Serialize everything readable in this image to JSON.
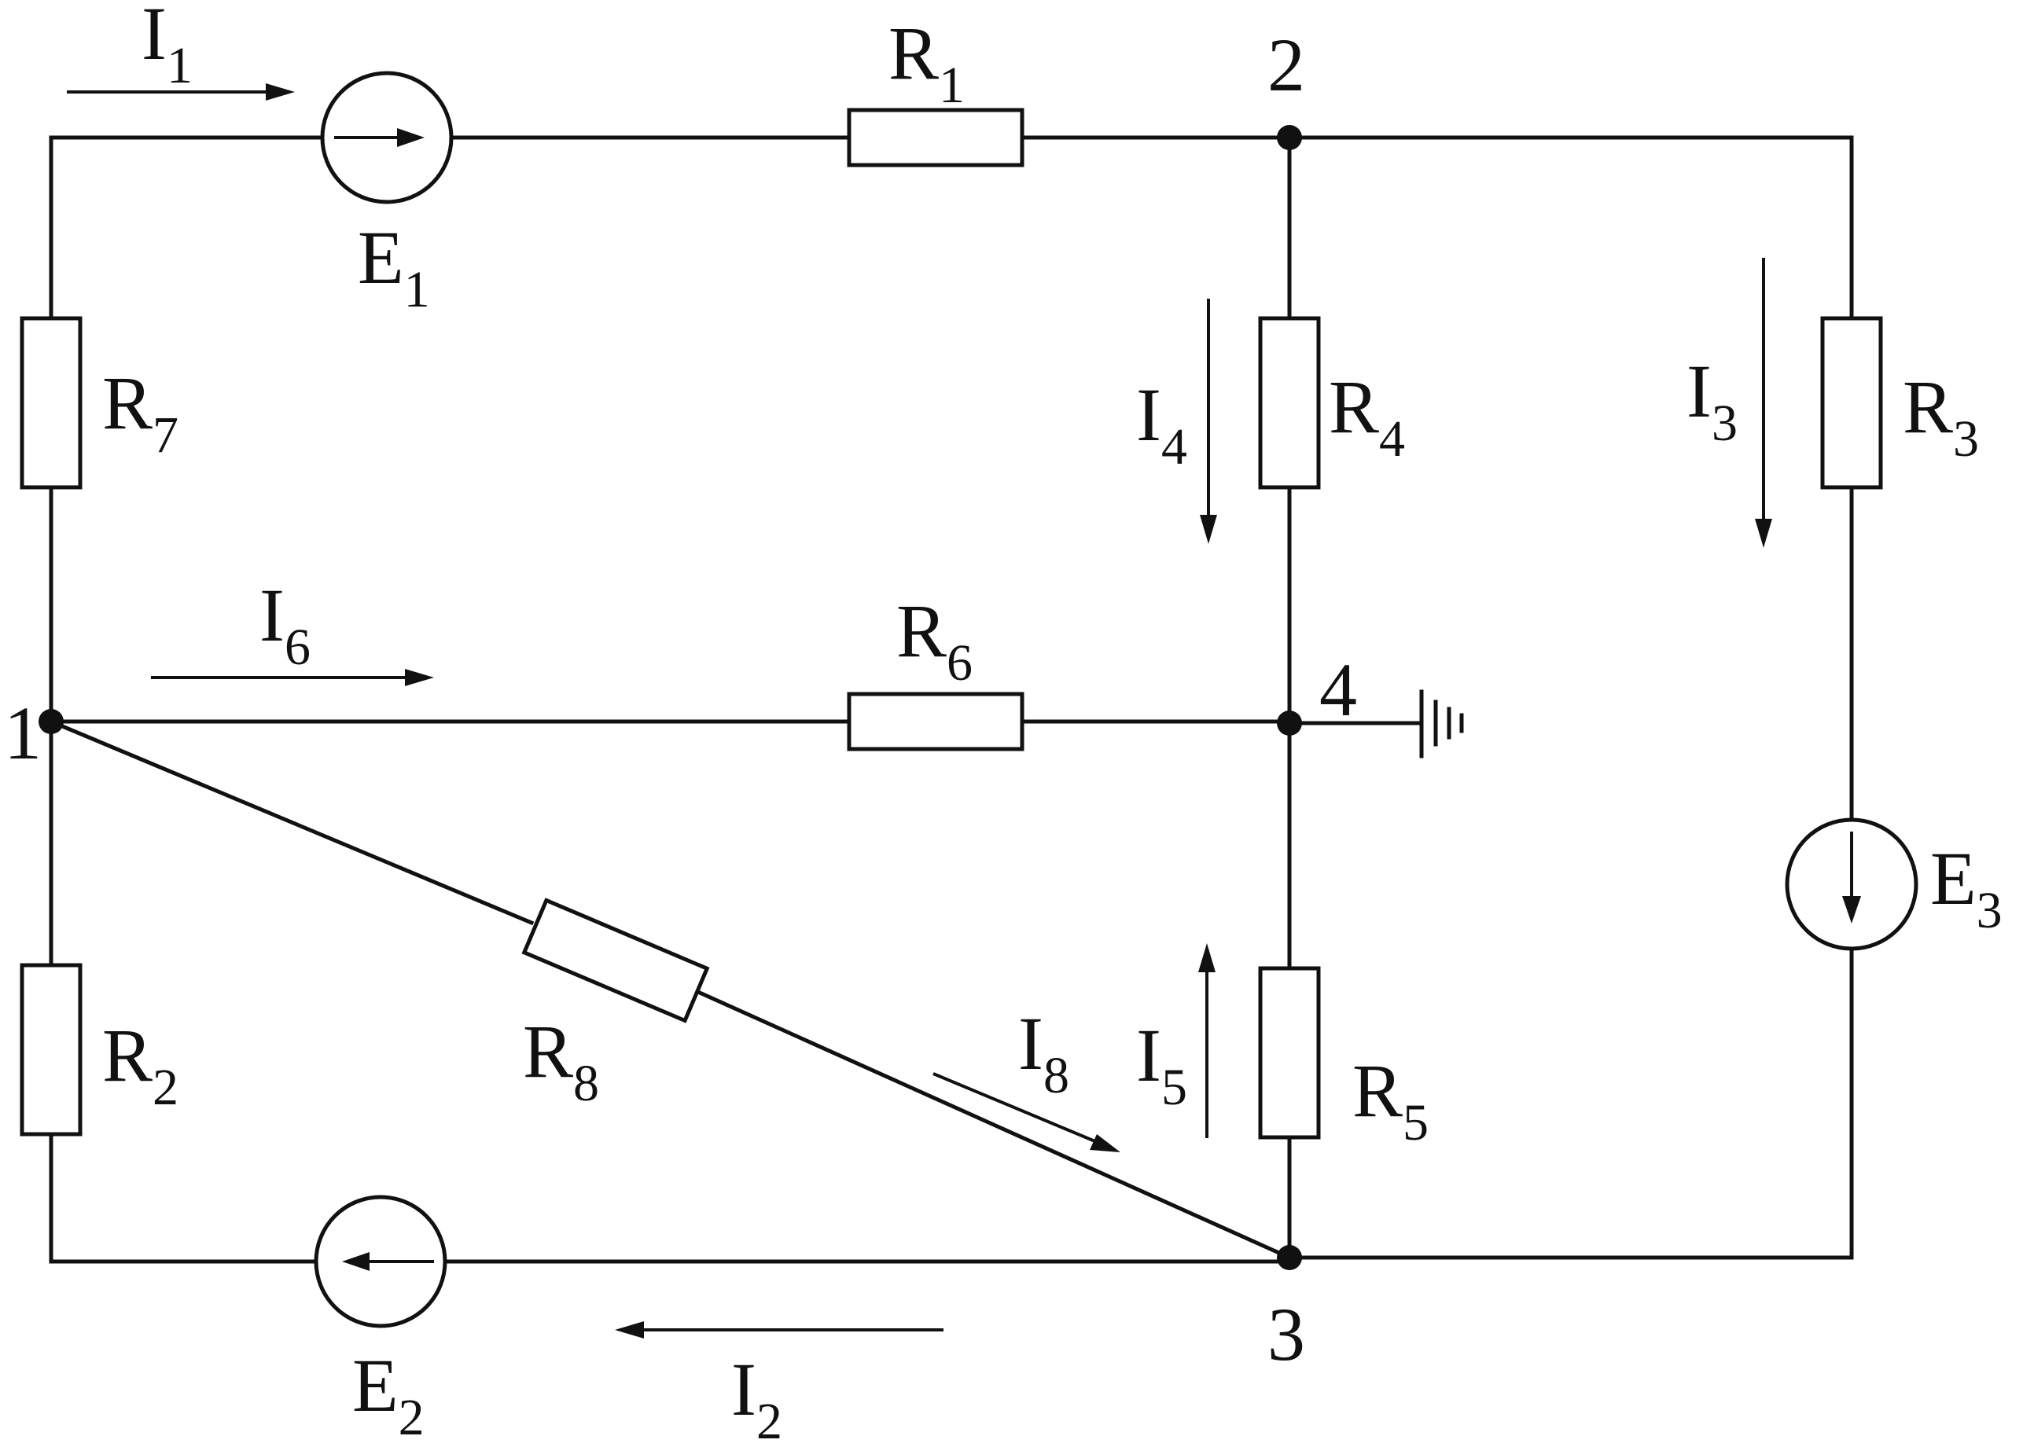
{
  "colors": {
    "ink": "#111111",
    "background": "#ffffff"
  },
  "icons": {
    "source": "voltage-source-icon",
    "resistor": "resistor-icon",
    "ground": "ground-icon",
    "node": "node-dot-icon"
  },
  "nodes": {
    "n1": "1",
    "n2": "2",
    "n3": "3",
    "n4": "4"
  },
  "resistors": {
    "R1": {
      "letter": "R",
      "index": "1"
    },
    "R2": {
      "letter": "R",
      "index": "2"
    },
    "R3": {
      "letter": "R",
      "index": "3"
    },
    "R4": {
      "letter": "R",
      "index": "4"
    },
    "R5": {
      "letter": "R",
      "index": "5"
    },
    "R6": {
      "letter": "R",
      "index": "6"
    },
    "R7": {
      "letter": "R",
      "index": "7"
    },
    "R8": {
      "letter": "R",
      "index": "8"
    }
  },
  "sources": {
    "E1": {
      "letter": "E",
      "index": "1"
    },
    "E2": {
      "letter": "E",
      "index": "2"
    },
    "E3": {
      "letter": "E",
      "index": "3"
    }
  },
  "currents": {
    "I1": {
      "letter": "I",
      "index": "1"
    },
    "I2": {
      "letter": "I",
      "index": "2"
    },
    "I3": {
      "letter": "I",
      "index": "3"
    },
    "I4": {
      "letter": "I",
      "index": "4"
    },
    "I5": {
      "letter": "I",
      "index": "5"
    },
    "I6": {
      "letter": "I",
      "index": "6"
    },
    "I8": {
      "letter": "I",
      "index": "8"
    }
  }
}
